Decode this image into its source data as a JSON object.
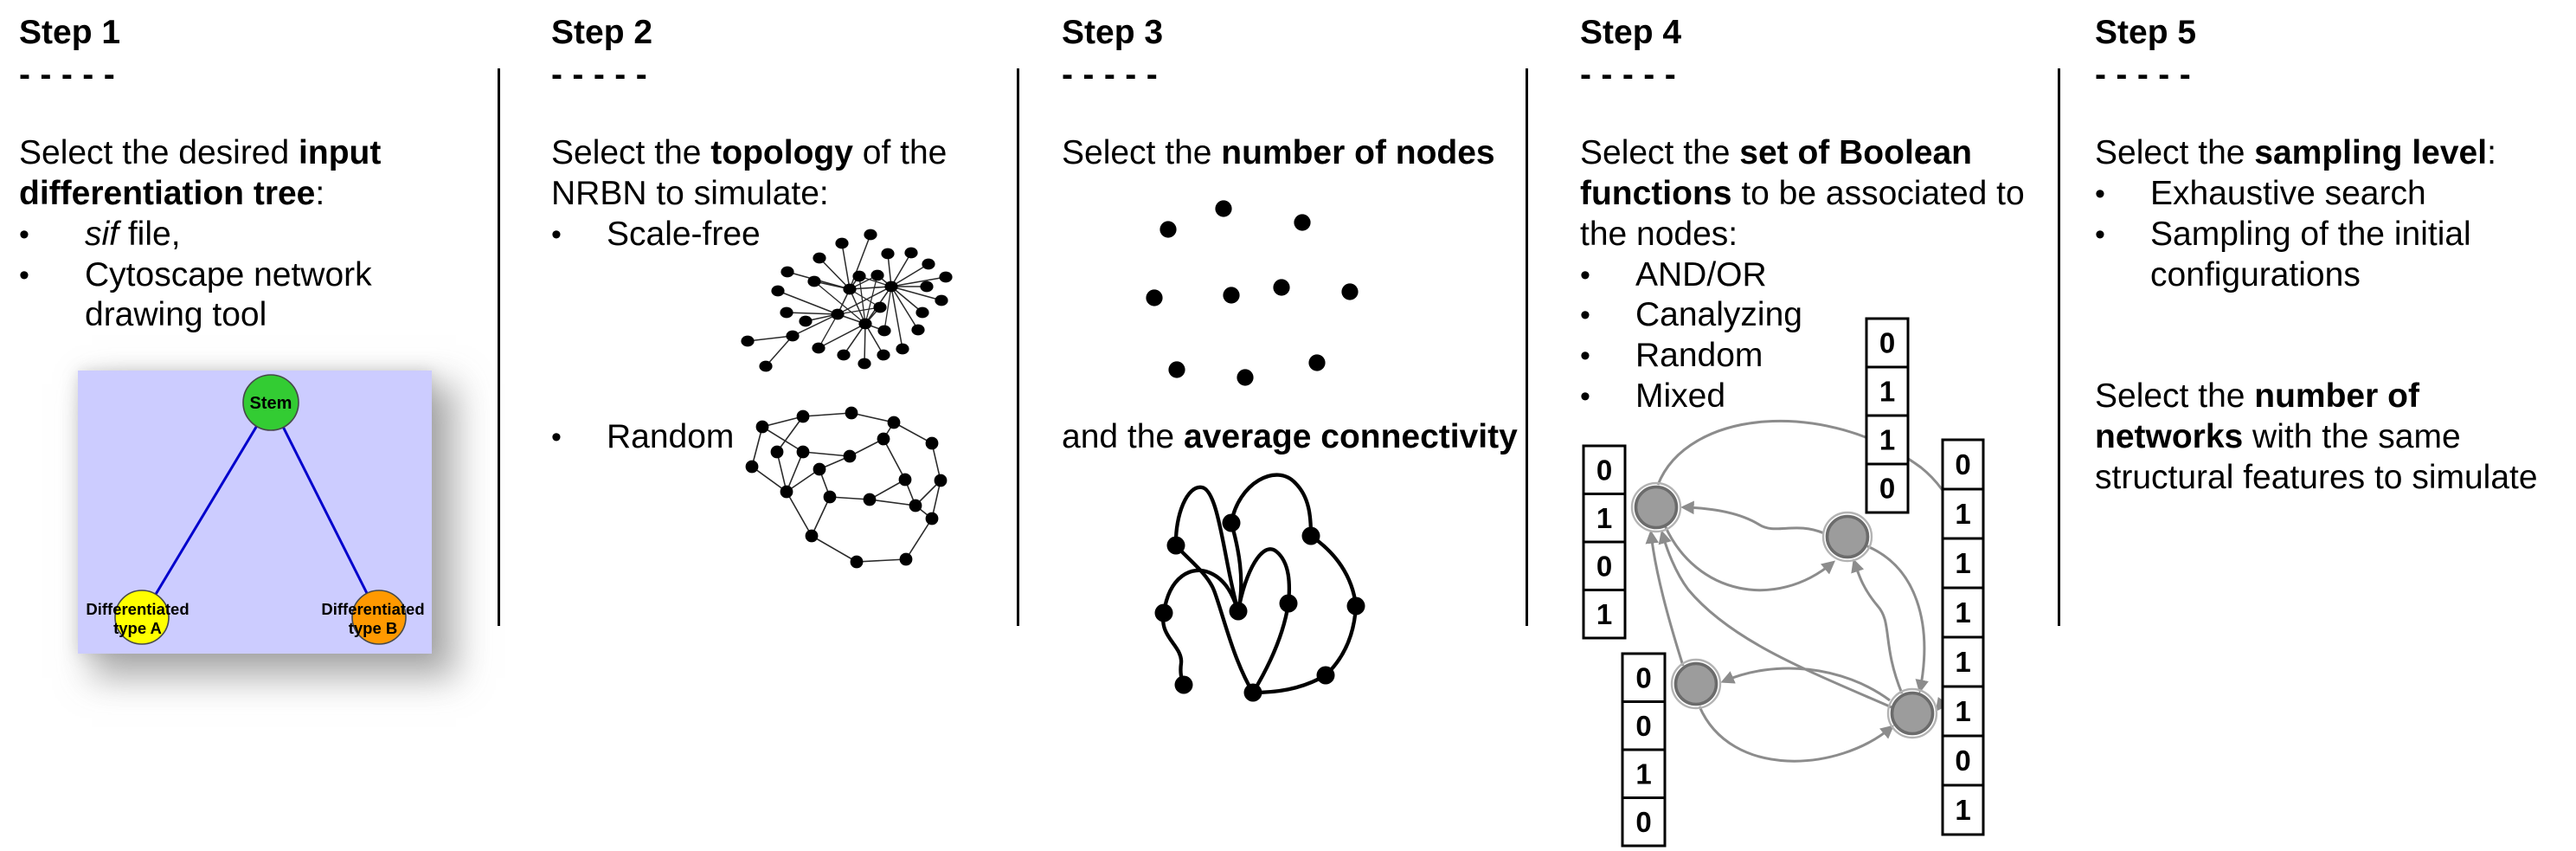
{
  "slide": {
    "background": "#ffffff",
    "text_color": "#000000",
    "separator_color": "#000000"
  },
  "steps": [
    {
      "title": "Step 1",
      "dash_line": "- - - - -",
      "lines": [
        {
          "runs": [
            {
              "text": "Select the desired "
            },
            {
              "text": "input",
              "bold": true
            }
          ]
        },
        {
          "runs": [
            {
              "text": "differentiation tree",
              "bold": true
            },
            {
              "text": ":"
            }
          ]
        },
        {
          "bullet": "•",
          "runs": [
            {
              "text": "sif",
              "italic": true
            },
            {
              "text": " file,"
            }
          ]
        },
        {
          "bullet": "•",
          "runs": [
            {
              "text": "Cytoscape network"
            }
          ]
        },
        {
          "indent": true,
          "runs": [
            {
              "text": "drawing tool"
            }
          ]
        }
      ]
    },
    {
      "title": "Step 2",
      "dash_line": "- - - - -",
      "lines": [
        {
          "runs": [
            {
              "text": "Select the "
            },
            {
              "text": "topology",
              "bold": true
            },
            {
              "text": " of the"
            }
          ]
        },
        {
          "runs": [
            {
              "text": "NRBN to simulate:"
            }
          ]
        },
        {
          "bullet": "•",
          "runs": [
            {
              "text": "Scale-free"
            }
          ]
        },
        {
          "bullet": "•",
          "row": 7,
          "runs": [
            {
              "text": "Random"
            }
          ]
        }
      ]
    },
    {
      "title": "Step 3",
      "dash_line": "- - - - -",
      "lines": [
        {
          "runs": [
            {
              "text": "Select the "
            },
            {
              "text": "number of nodes",
              "bold": true
            }
          ]
        },
        {
          "row": 7,
          "runs": [
            {
              "text": "and the "
            },
            {
              "text": "average connectivity",
              "bold": true
            }
          ]
        }
      ]
    },
    {
      "title": "Step 4",
      "dash_line": "- - - - -",
      "lines": [
        {
          "runs": [
            {
              "text": "Select the "
            },
            {
              "text": "set of Boolean",
              "bold": true
            }
          ]
        },
        {
          "runs": [
            {
              "text": "functions",
              "bold": true
            },
            {
              "text": " to be associated to"
            }
          ]
        },
        {
          "runs": [
            {
              "text": "the nodes:"
            }
          ]
        },
        {
          "bullet": "•",
          "runs": [
            {
              "text": "AND/OR"
            }
          ]
        },
        {
          "bullet": "•",
          "runs": [
            {
              "text": "Canalyzing"
            }
          ]
        },
        {
          "bullet": "•",
          "runs": [
            {
              "text": "Random"
            }
          ]
        },
        {
          "bullet": "•",
          "runs": [
            {
              "text": "Mixed"
            }
          ]
        }
      ]
    },
    {
      "title": "Step 5",
      "dash_line": "- - - - -",
      "lines": [
        {
          "runs": [
            {
              "text": "Select the "
            },
            {
              "text": "sampling level",
              "bold": true
            },
            {
              "text": ":"
            }
          ]
        },
        {
          "bullet": "•",
          "runs": [
            {
              "text": "Exhaustive search"
            }
          ]
        },
        {
          "bullet": "•",
          "runs": [
            {
              "text": "Sampling of the initial"
            }
          ]
        },
        {
          "indent": true,
          "runs": [
            {
              "text": "configurations"
            }
          ]
        },
        {
          "row": 6,
          "runs": [
            {
              "text": "Select the "
            },
            {
              "text": "number of",
              "bold": true
            }
          ]
        },
        {
          "row": 7,
          "runs": [
            {
              "text": "networks",
              "bold": true
            },
            {
              "text": " with the same"
            }
          ]
        },
        {
          "row": 8,
          "runs": [
            {
              "text": "structural features to simulate"
            }
          ]
        }
      ]
    }
  ],
  "figures": {
    "differentiation_tree": {
      "background": "#ccccff",
      "edge_color": "#0000cc",
      "stem": {
        "label": "Stem",
        "fill": "#33cc33"
      },
      "type_a": {
        "label_line1": "Differentiated",
        "label_line2": "type A",
        "fill": "#ffff00"
      },
      "type_b": {
        "label_line1": "Differentiated",
        "label_line2": "type B",
        "fill": "#ff9900"
      }
    },
    "scale_free_network": {
      "description": "scale-free network illustration",
      "node_color": "#000000",
      "edge_color": "#2a2a2a"
    },
    "random_network": {
      "description": "random network illustration",
      "node_color": "#000000",
      "edge_color": "#2a2a2a"
    },
    "nodes_dots": {
      "description": "scattered nodes illustration",
      "dot_color": "#000000"
    },
    "connectivity_tangle": {
      "description": "average connectivity illustration",
      "color": "#000000"
    },
    "boolean_network": {
      "description": "boolean functions network illustration",
      "node_color": "#9c9c9c",
      "node_stroke": "#6b6b6b",
      "halo_color": "#b3b3b3",
      "edge_color": "#8c8c8c",
      "cell_text_color": "#000000",
      "vectors": {
        "left": [
          "0",
          "1",
          "0",
          "1"
        ],
        "top": [
          "0",
          "1",
          "1",
          "0"
        ],
        "bottom_left": [
          "0",
          "0",
          "1",
          "0"
        ],
        "right": [
          "0",
          "1",
          "1",
          "1",
          "1",
          "1",
          "0",
          "1"
        ]
      }
    }
  }
}
